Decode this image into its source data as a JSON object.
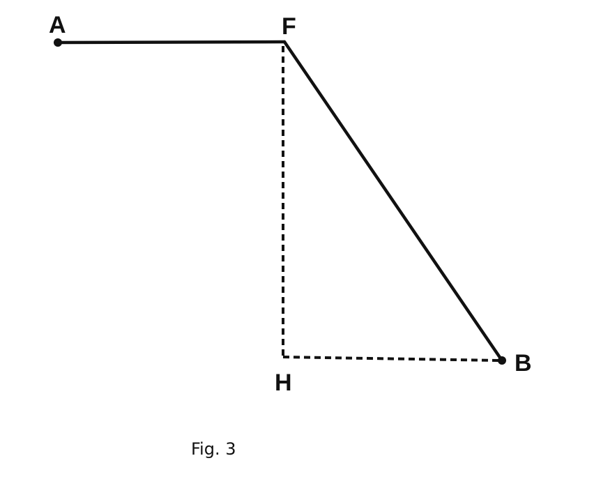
{
  "diagram": {
    "points": {
      "A": "A",
      "F": "F",
      "H": "H",
      "B": "B"
    },
    "segments": [
      {
        "from": "A",
        "to": "F",
        "style": "solid"
      },
      {
        "from": "F",
        "to": "B",
        "style": "solid"
      },
      {
        "from": "F",
        "to": "H",
        "style": "dashed"
      },
      {
        "from": "H",
        "to": "B",
        "style": "dashed"
      }
    ],
    "line_color": "#111111"
  },
  "caption": "Fig. 3"
}
